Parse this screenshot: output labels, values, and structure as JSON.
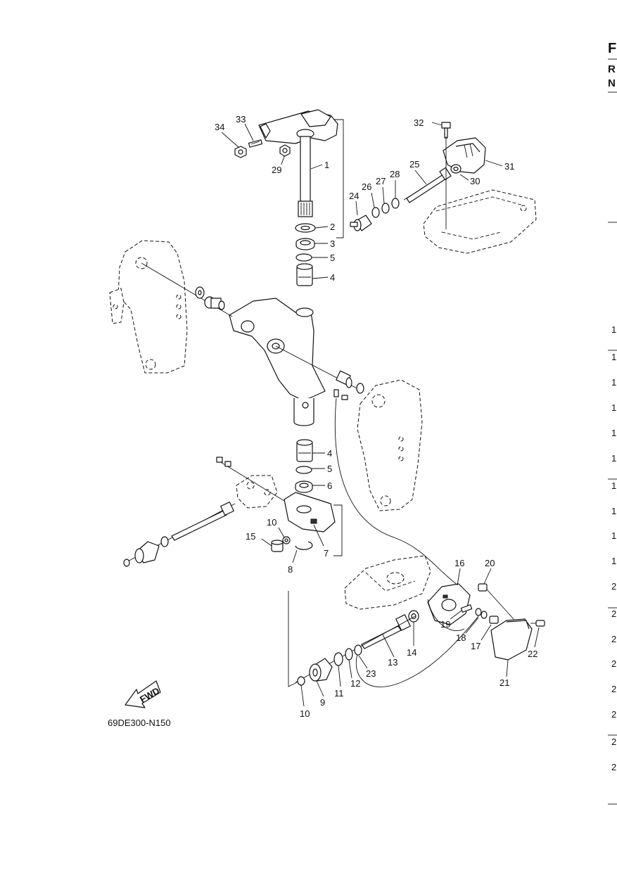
{
  "diagram": {
    "code": "69DE300-N150",
    "fwd_label": "FWD",
    "callouts": [
      {
        "id": "c34",
        "text": "34"
      },
      {
        "id": "c33",
        "text": "33"
      },
      {
        "id": "c29",
        "text": "29"
      },
      {
        "id": "c1",
        "text": "1"
      },
      {
        "id": "c2",
        "text": "2"
      },
      {
        "id": "c3",
        "text": "3"
      },
      {
        "id": "c5a",
        "text": "5"
      },
      {
        "id": "c4a",
        "text": "4"
      },
      {
        "id": "c32",
        "text": "32"
      },
      {
        "id": "c31",
        "text": "31"
      },
      {
        "id": "c30",
        "text": "30"
      },
      {
        "id": "c25",
        "text": "25"
      },
      {
        "id": "c28",
        "text": "28"
      },
      {
        "id": "c27",
        "text": "27"
      },
      {
        "id": "c26",
        "text": "26"
      },
      {
        "id": "c24",
        "text": "24"
      },
      {
        "id": "c4b",
        "text": "4"
      },
      {
        "id": "c5b",
        "text": "5"
      },
      {
        "id": "c6",
        "text": "6"
      },
      {
        "id": "c10a",
        "text": "10"
      },
      {
        "id": "c15",
        "text": "15"
      },
      {
        "id": "c7",
        "text": "7"
      },
      {
        "id": "c8",
        "text": "8"
      },
      {
        "id": "c16",
        "text": "16"
      },
      {
        "id": "c20",
        "text": "20"
      },
      {
        "id": "c19",
        "text": "19"
      },
      {
        "id": "c18",
        "text": "18"
      },
      {
        "id": "c17",
        "text": "17"
      },
      {
        "id": "c22",
        "text": "22"
      },
      {
        "id": "c21",
        "text": "21"
      },
      {
        "id": "c14",
        "text": "14"
      },
      {
        "id": "c13",
        "text": "13"
      },
      {
        "id": "c23",
        "text": "23"
      },
      {
        "id": "c12",
        "text": "12"
      },
      {
        "id": "c11",
        "text": "11"
      },
      {
        "id": "c9",
        "text": "9"
      },
      {
        "id": "c10b",
        "text": "10"
      }
    ]
  },
  "right_edge": {
    "top_letters": [
      "F",
      "R",
      "N"
    ],
    "column_chars": [
      "1",
      "1",
      "1",
      "1",
      "1",
      "1",
      "1",
      "1",
      "1",
      "1",
      "2",
      "2",
      "2",
      "2",
      "2",
      "2",
      "2",
      "2"
    ]
  }
}
